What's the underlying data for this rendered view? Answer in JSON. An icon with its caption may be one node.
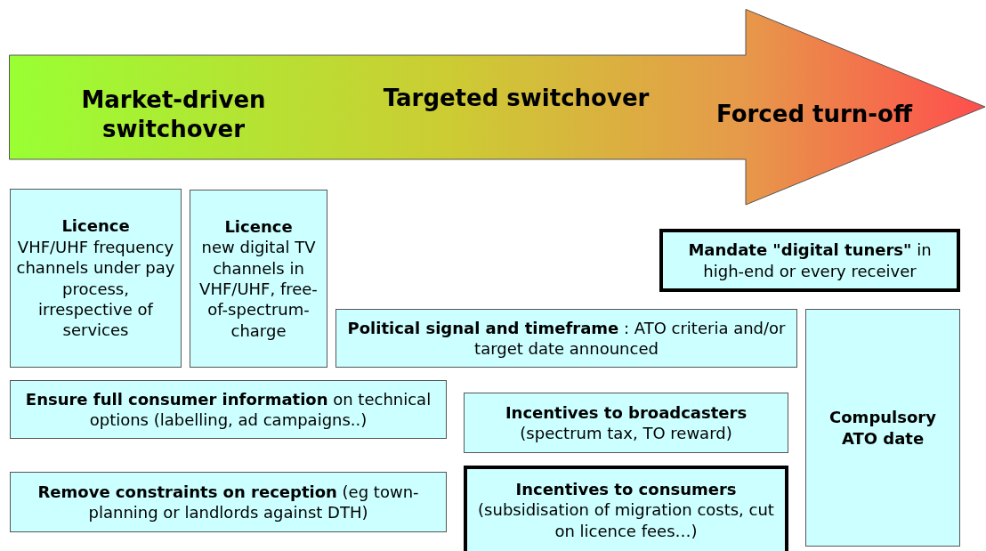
{
  "diagram": {
    "nodes": [
      {
        "text": [
          "Market-driven switchover",
          "Targeted switchover",
          "Forced turn-off"
        ]
      },
      {
        "text": [
          "Licence",
          "VHF/UHF frequency channels under pay process, irrespective of services"
        ]
      },
      {
        "text": [
          "Licence",
          "new digital TV channels in VHF/UHF, free-of-spectrum-charge"
        ]
      },
      {
        "text": [
          "**Mandate \"digital tuners\"** in high-end or every receiver"
        ]
      },
      {
        "text": [
          "**Political signal and timeframe** : ATO criteria and/or target date announced"
        ]
      },
      {
        "text": [
          "Compulsory ATO date"
        ]
      },
      {
        "text": [
          "**Ensure full consumer information** on technical options (labelling, ad campaigns..)"
        ]
      },
      {
        "text": [
          "Incentives to broadcasters",
          "(spectrum tax, TO reward)"
        ]
      },
      {
        "text": [
          "**Remove constraints on reception** (eg town-planning or landlords against DTH)"
        ]
      },
      {
        "text": [
          "Incentives to consumers",
          "(subsidisation of migration costs, cut on licence fees…)"
        ]
      }
    ]
  }
}
